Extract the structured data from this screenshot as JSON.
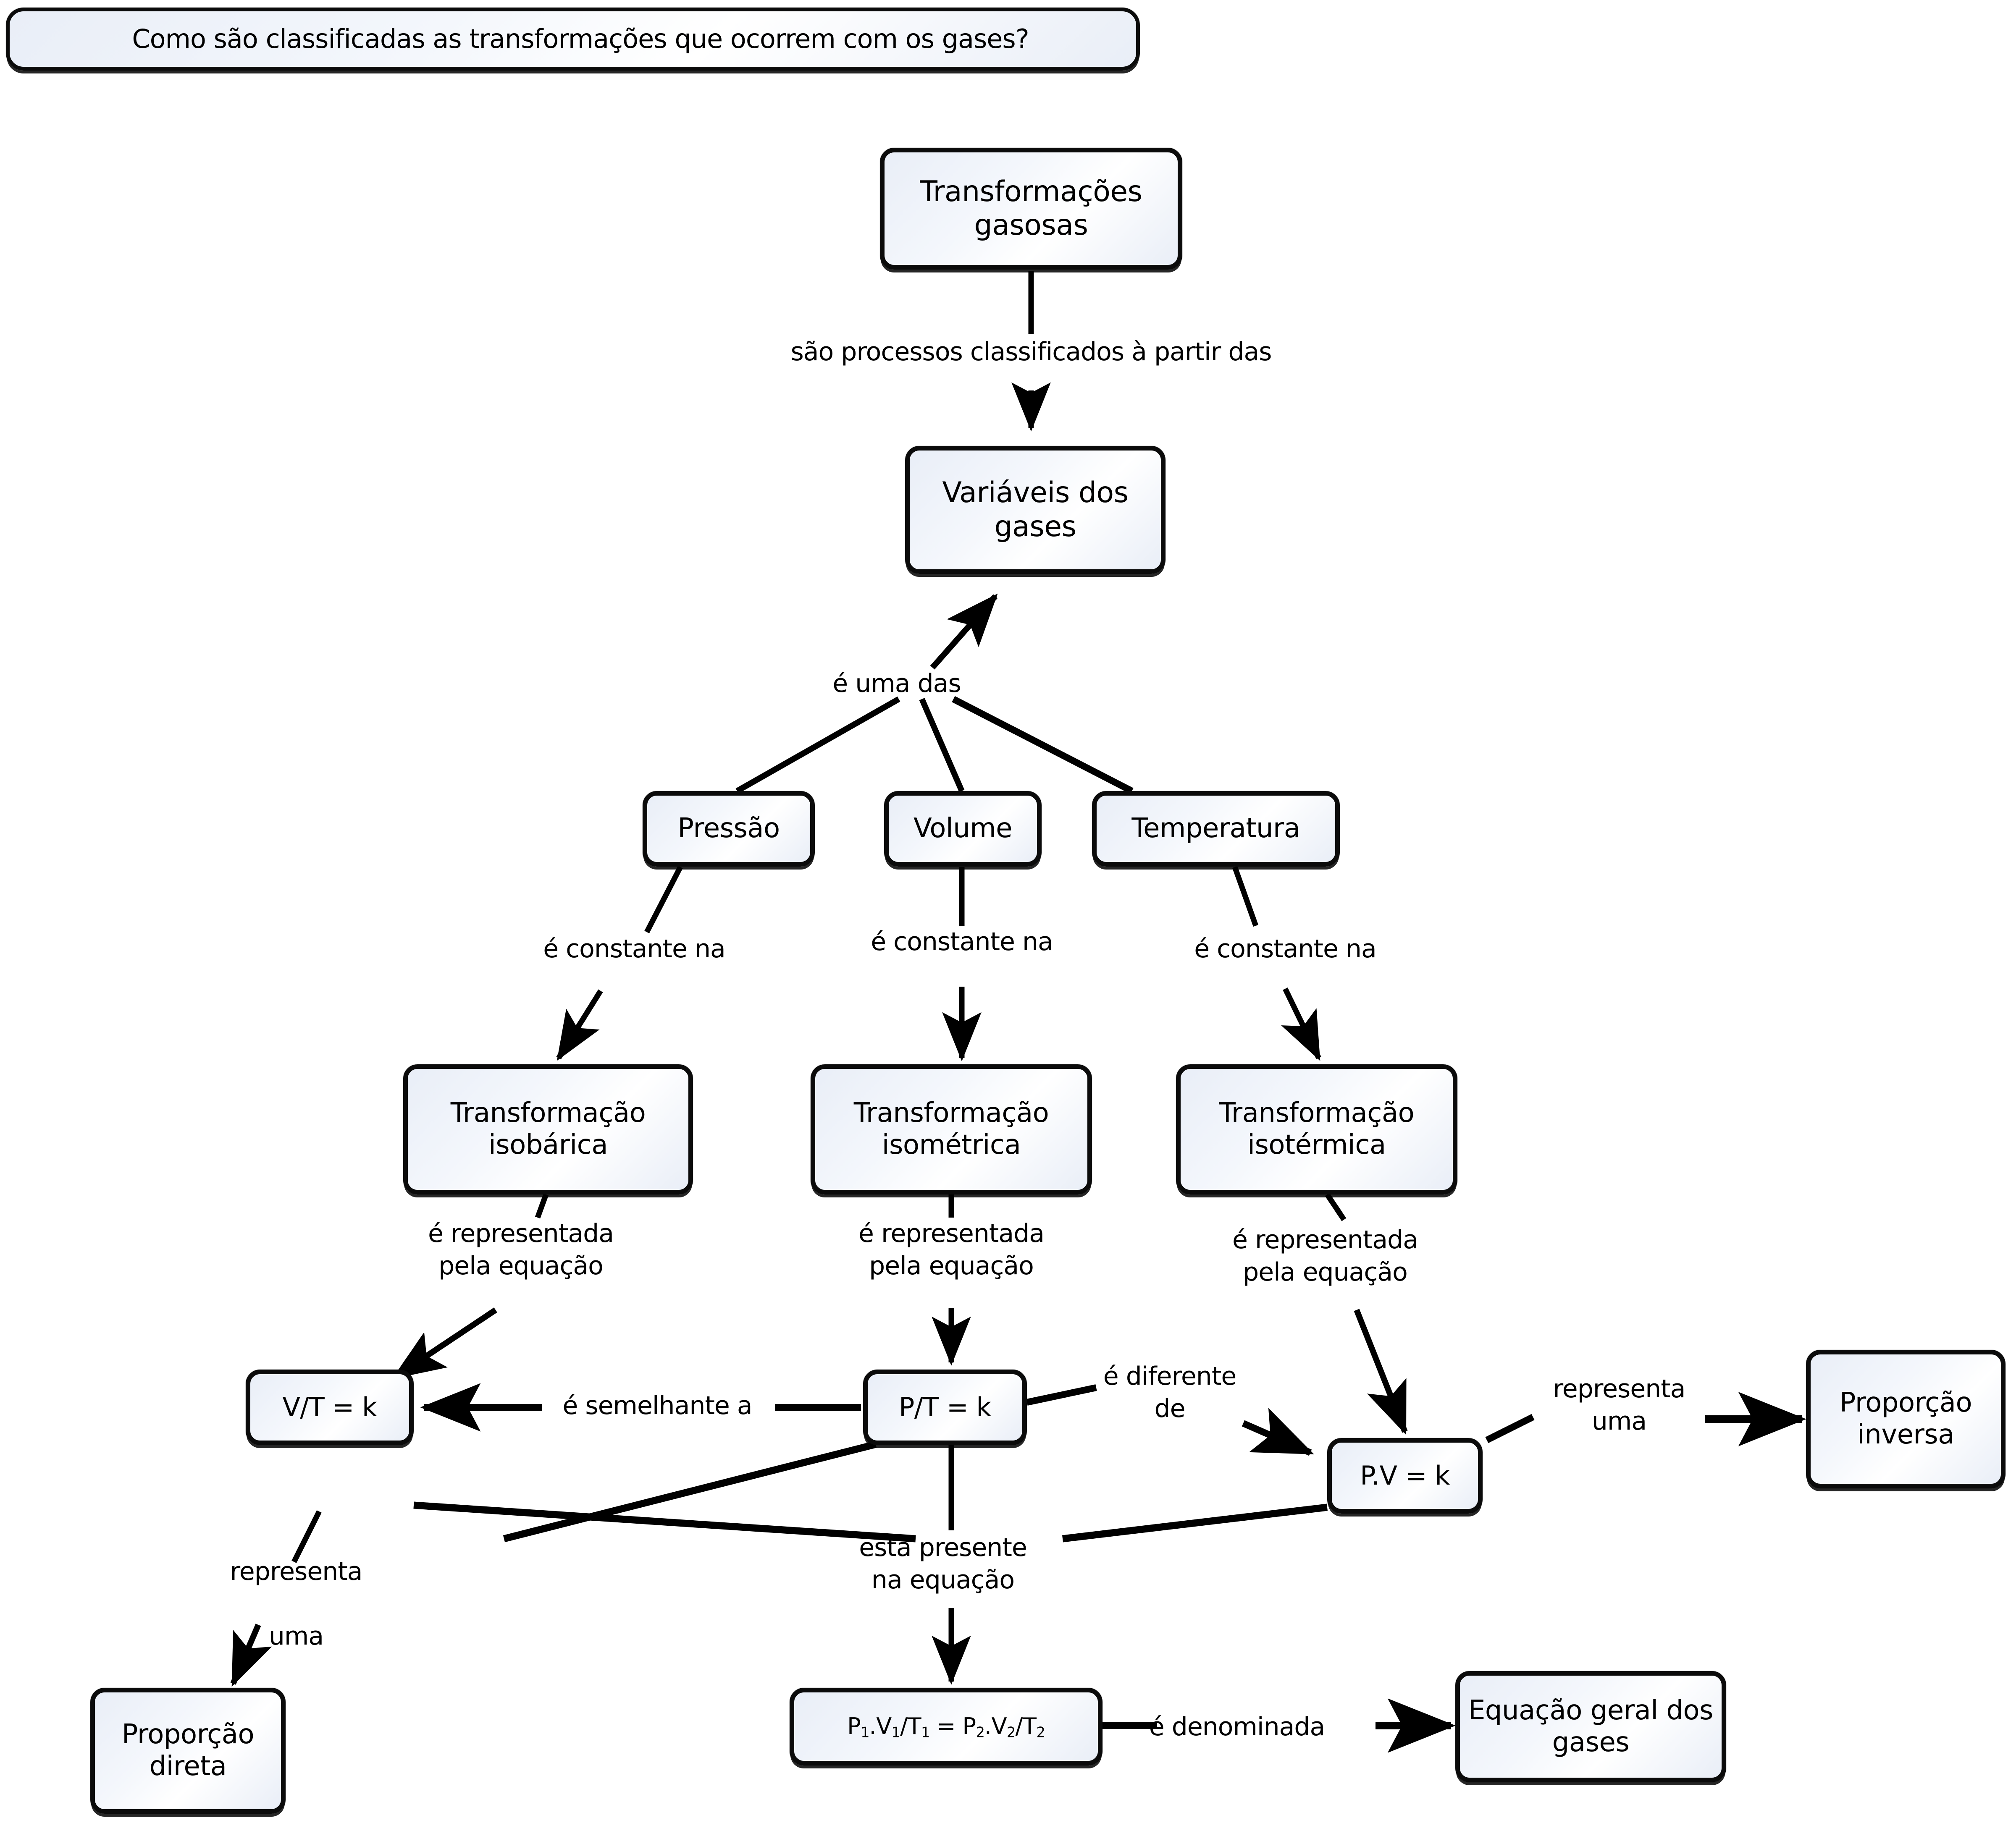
{
  "title_box": {
    "text": "Como são classificadas as transformações que ocorrem com os gases?"
  },
  "colors": {
    "node_border": "#0b0b0b",
    "node_fill_light": "#ffffff",
    "node_fill_tint": "#e9eef7",
    "link_stroke": "#000000",
    "background": "#ffffff"
  },
  "nodes": {
    "transformacoes_gasosas": "Transformações gasosas",
    "variaveis_dos_gases": "Variáveis dos gases",
    "pressao": "Pressão",
    "volume": "Volume",
    "temperatura": "Temperatura",
    "transf_isobarica": "Transformação isobárica",
    "transf_isometrica": "Transformação isométrica",
    "transf_isotermica": "Transformação isotérmica",
    "eq_vt": "V/T = k",
    "eq_pt": "P/T = k",
    "eq_pv": "P.V = k",
    "eq_geral_formula_prefix": "P",
    "eq_geral_formula": "P1.V1/T1 = P2.V2/T2",
    "proporcao_direta": "Proporção direta",
    "proporcao_inversa": "Proporção inversa",
    "equacao_geral_dos_gases": "Equação geral dos gases"
  },
  "link_labels": {
    "sao_processos": "são processos classificados à partir das",
    "e_uma_das": "é uma das",
    "e_constante_na_1": "é constante na",
    "e_constante_na_2": "é constante na",
    "e_constante_na_3": "é constante na",
    "e_representada_1": "é representada\npela equação",
    "e_representada_2": "é representada\npela equação",
    "e_representada_3": "é representada\npela equação",
    "e_semelhante_a": "é semelhante a",
    "e_diferente_de": "é diferente\nde",
    "representa_uma_esq": "representa\n\numa",
    "representa_uma_dir": "representa\numa",
    "esta_presente": "está presente\nna equação",
    "e_denominada": "é denominada"
  },
  "graph": {
    "edges": [
      {
        "from": "transformacoes_gasosas",
        "to": "variaveis_dos_gases",
        "label": "são processos classificados à partir das",
        "arrow": true
      },
      {
        "from": "pressao",
        "to": "variaveis_dos_gases",
        "label": "é uma das",
        "arrow": true
      },
      {
        "from": "volume",
        "to": "variaveis_dos_gases",
        "label": "é uma das",
        "arrow": true
      },
      {
        "from": "temperatura",
        "to": "variaveis_dos_gases",
        "label": "é uma das",
        "arrow": true
      },
      {
        "from": "pressao",
        "to": "transf_isobarica",
        "label": "é constante na",
        "arrow": true
      },
      {
        "from": "volume",
        "to": "transf_isometrica",
        "label": "é constante na",
        "arrow": true
      },
      {
        "from": "temperatura",
        "to": "transf_isotermica",
        "label": "é constante na",
        "arrow": true
      },
      {
        "from": "transf_isobarica",
        "to": "eq_vt",
        "label": "é representada pela equação",
        "arrow": true
      },
      {
        "from": "transf_isometrica",
        "to": "eq_pt",
        "label": "é representada pela equação",
        "arrow": true
      },
      {
        "from": "transf_isotermica",
        "to": "eq_pv",
        "label": "é representada pela equação",
        "arrow": true
      },
      {
        "from": "eq_pt",
        "to": "eq_vt",
        "label": "é semelhante a",
        "arrow": true
      },
      {
        "from": "eq_pt",
        "to": "eq_pv",
        "label": "é diferente de",
        "arrow": true
      },
      {
        "from": "eq_vt",
        "to": "proporcao_direta",
        "label": "representa uma",
        "arrow": true
      },
      {
        "from": "eq_pv",
        "to": "proporcao_inversa",
        "label": "representa uma",
        "arrow": true
      },
      {
        "from": "eq_vt",
        "to": "eq_geral_formula",
        "label": "está presente na equação",
        "arrow": true
      },
      {
        "from": "eq_pt",
        "to": "eq_geral_formula",
        "label": "está presente na equação",
        "arrow": true
      },
      {
        "from": "eq_pv",
        "to": "eq_geral_formula",
        "label": "está presente na equação",
        "arrow": true
      },
      {
        "from": "eq_geral_formula",
        "to": "equacao_geral_dos_gases",
        "label": "é denominada",
        "arrow": true
      }
    ]
  }
}
